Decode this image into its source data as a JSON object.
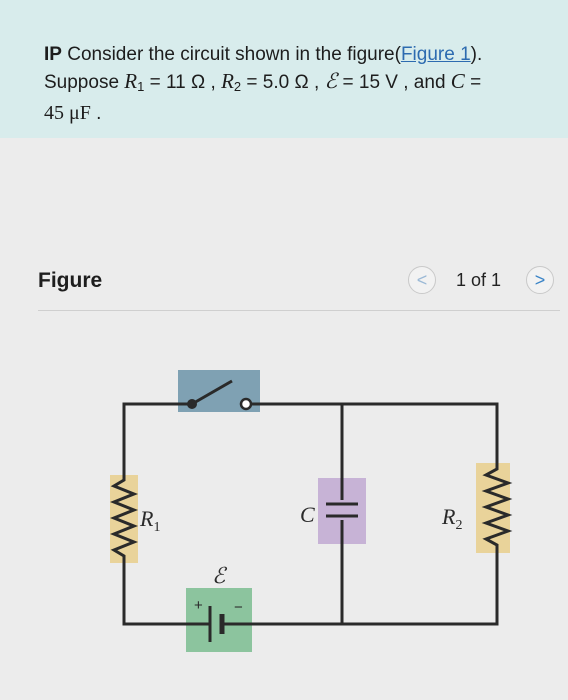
{
  "problem": {
    "prefix": "IP",
    "intro": " Consider the circuit shown in the figure(",
    "figure_link": "Figure 1",
    "intro_end": ").",
    "suppose": "Suppose ",
    "r1_symbol": "R",
    "r1_sub": "1",
    "r1_value": " = 11 Ω , ",
    "r2_symbol": "R",
    "r2_sub": "2",
    "r2_value": " = 5.0 Ω , ",
    "emf_symbol": "ℰ",
    "emf_value": " = 15 V , and ",
    "c_symbol": "C",
    "c_equals": " =",
    "c_value": "45 μF",
    "c_end": " ."
  },
  "figure": {
    "title": "Figure",
    "prev_icon": "<",
    "next_icon": ">",
    "counter": "1 of 1"
  },
  "circuit": {
    "r1_label": "R",
    "r1_sub": "1",
    "r2_label": "R",
    "r2_sub": "2",
    "c_label": "C",
    "emf_label": "ℰ",
    "plus": "+",
    "minus": "−",
    "colors": {
      "wire": "#2a2a2a",
      "resistor_bg": "#e9d39a",
      "capacitor_bg": "#c7b3d6",
      "switch_bg": "#7fa1b3",
      "battery_bg": "#8cc49e"
    }
  }
}
